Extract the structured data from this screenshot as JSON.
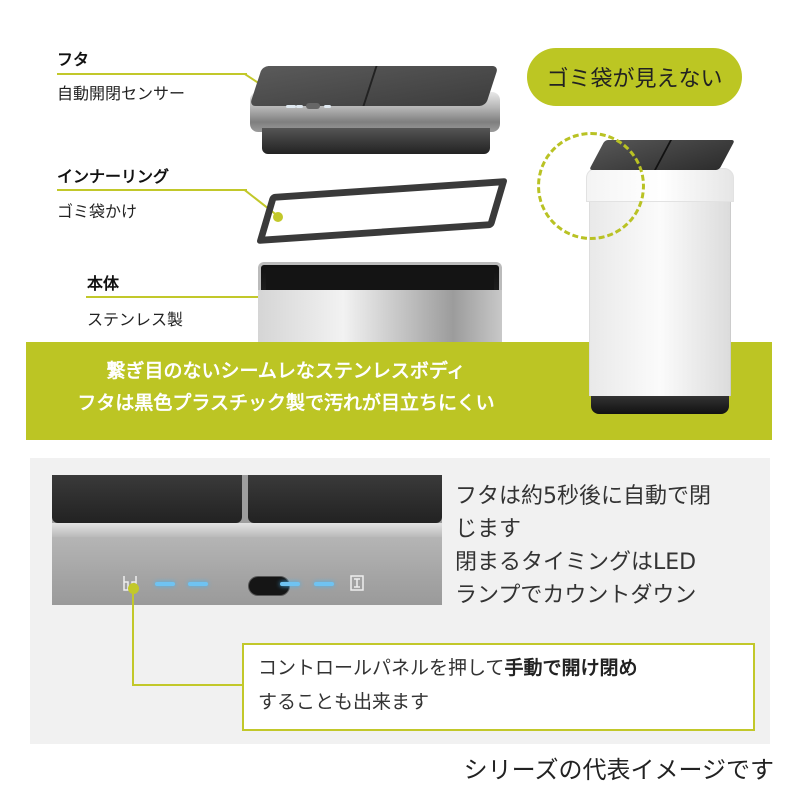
{
  "parts": [
    {
      "title": "フタ",
      "subtitle": "自動開閉センサー"
    },
    {
      "title": "インナーリング",
      "subtitle": "ゴミ袋かけ"
    },
    {
      "title": "本体",
      "subtitle": "ステンレス製"
    }
  ],
  "badge": {
    "label": "ゴミ袋が見えない"
  },
  "band": {
    "line1": "繋ぎ目のないシームレなステンレスボディ",
    "line2": "フタは黒色プラスチック製で汚れが目立ちにくい"
  },
  "control_panel": {
    "description_lines": [
      "フタは約5秒後に自動で閉",
      "じます",
      "閉まるタイミングはLED",
      "ランプでカウントダウン"
    ],
    "icons": [
      "bin-open-icon",
      "bin-closed-icon"
    ],
    "led_color": "#6fc3f2",
    "callout": {
      "prefix": "コントロールパネルを押して",
      "bold": "手動で開け閉め",
      "line2": "することも出来ます"
    }
  },
  "footer": {
    "note": "シリーズの代表イメージです"
  },
  "colors": {
    "accent_green": "#bcc524",
    "panel_gray": "#f1f1f1"
  }
}
